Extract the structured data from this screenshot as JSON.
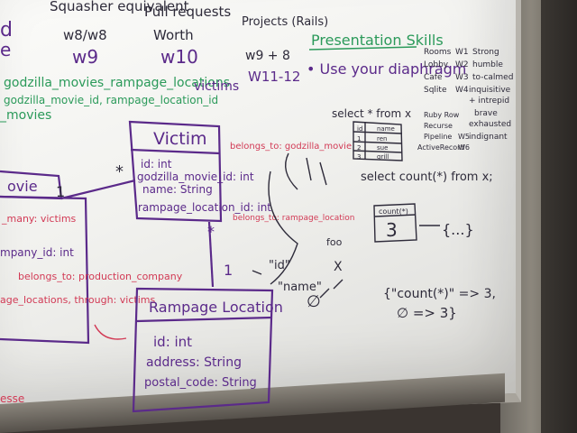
{
  "header_columns": [
    {
      "title": "Squasher equivalent",
      "week": "w8/w8",
      "big": "w9"
    },
    {
      "title": "Pull requests",
      "week": "Worth",
      "big": "w10"
    },
    {
      "title": "Projects (Rails)",
      "week": "w9 + 8",
      "big": "W11-12"
    }
  ],
  "top_left": {
    "mark": "d",
    "mark2": "e",
    "line1": "godzilla_movies_rampage_locations",
    "line2": "godzilla_movie_id, rampage_location_id",
    "line3": "_movies",
    "victims": "victims"
  },
  "presentation": {
    "title": "Presentation Skills",
    "bullet": "• Use your diaphragm",
    "rooms": [
      "Rooms",
      "Lobby",
      "Cafe",
      "Sqlite"
    ],
    "weeks": [
      "W1",
      "W2",
      "W3",
      "W4",
      "W5",
      "W6"
    ],
    "traits": [
      "Strong",
      "humble",
      "to-calmed",
      "inquisitive",
      "+ intrepid",
      "brave",
      "exhausted",
      "indignant"
    ],
    "rooms2": [
      "Ruby Row",
      "Recurse",
      "Pipeline",
      "ActiveRecord"
    ]
  },
  "victim_table": {
    "name": "Victim",
    "fields": [
      "id: int",
      "godzilla_movie_id: int",
      "name: String",
      "rampage_location_id: int"
    ],
    "belongs1": "belongs_to: godzilla_movie",
    "belongs2": "belongs_to: rampage_location"
  },
  "movie_table": {
    "name": "ovie",
    "many": "_many: victims",
    "company": "mpany_id: int",
    "belongs": "belongs_to: production_company",
    "rampage": "age_locations, through: victims",
    "footer": "esse"
  },
  "rampage_table": {
    "name": "Rampage Location",
    "fields": [
      "id: int",
      "address: String",
      "postal_code: String"
    ]
  },
  "sql": {
    "select_all": "select * from x",
    "select_count": "select count(*) from x;",
    "count_header": "count(*)",
    "count_value": "3",
    "result": "{\"count(*)\" => 3,",
    "result2": "∅ => 3}",
    "mini_rows": [
      [
        "id",
        "name"
      ],
      [
        "1",
        "ren"
      ],
      [
        "2",
        "sue"
      ],
      [
        "3",
        "grill"
      ]
    ],
    "star": "*",
    "one": "1",
    "hash_id": "\"id\"",
    "hash_name": "\"name\"",
    "hash_foo": "foo",
    "hash_x": "X"
  }
}
